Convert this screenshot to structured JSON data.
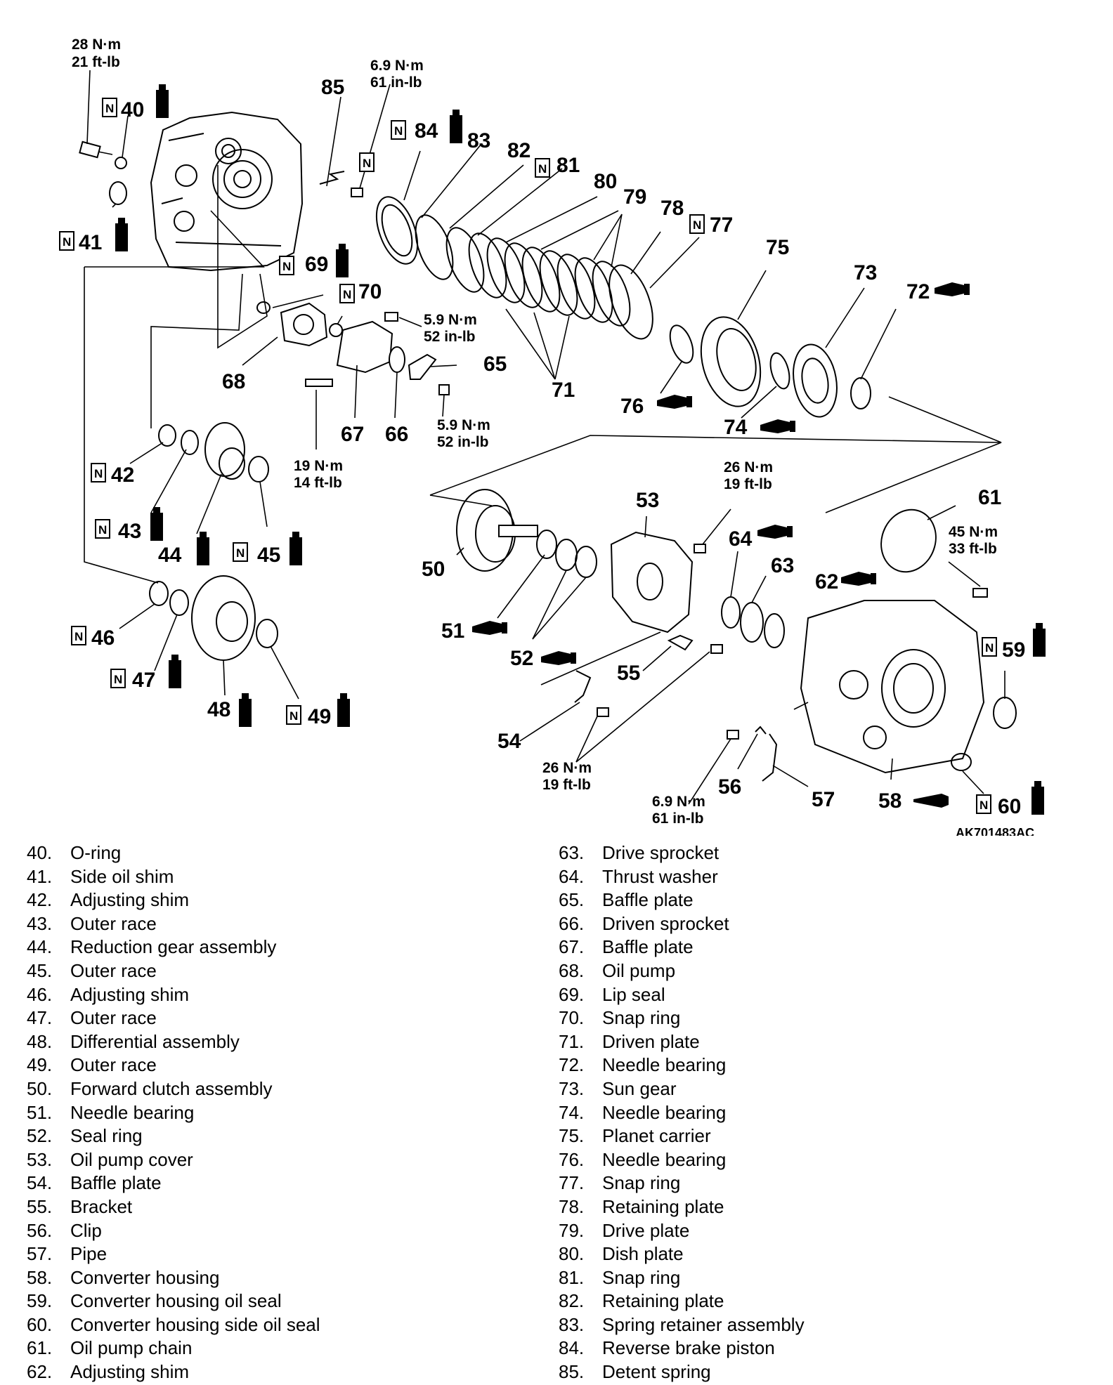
{
  "diagram_code": "AK701483AC",
  "neu_mark": "N",
  "torque_specs": {
    "t1": [
      "28 N·m",
      "21 ft-lb"
    ],
    "t2": [
      "6.9 N·m",
      "61 in-lb"
    ],
    "t3": [
      "5.9 N·m",
      "52 in-lb"
    ],
    "t4": [
      "5.9 N·m",
      "52 in-lb"
    ],
    "t5": [
      "19 N·m",
      "14 ft-lb"
    ],
    "t6": [
      "26 N·m",
      "19 ft-lb"
    ],
    "t7": [
      "45 N·m",
      "33 ft-lb"
    ],
    "t8": [
      "26 N·m",
      "19 ft-lb"
    ],
    "t9": [
      "6.9 N·m",
      "61 in-lb"
    ]
  },
  "callouts": {
    "c40": "40",
    "c41": "41",
    "c42": "42",
    "c43": "43",
    "c44": "44",
    "c45": "45",
    "c46": "46",
    "c47": "47",
    "c48": "48",
    "c49": "49",
    "c50": "50",
    "c51": "51",
    "c52": "52",
    "c53": "53",
    "c54": "54",
    "c55": "55",
    "c56": "56",
    "c57": "57",
    "c58": "58",
    "c59": "59",
    "c60": "60",
    "c61": "61",
    "c62": "62",
    "c63": "63",
    "c64": "64",
    "c65": "65",
    "c66": "66",
    "c67": "67",
    "c68": "68",
    "c69": "69",
    "c70": "70",
    "c71": "71",
    "c72": "72",
    "c73": "73",
    "c74": "74",
    "c75": "75",
    "c76": "76",
    "c77": "77",
    "c78": "78",
    "c79": "79",
    "c80": "80",
    "c81": "81",
    "c82": "82",
    "c83": "83",
    "c84": "84",
    "c85": "85"
  },
  "legend_left": [
    {
      "num": "40.",
      "name": "O-ring"
    },
    {
      "num": "41.",
      "name": "Side oil shim"
    },
    {
      "num": "42.",
      "name": "Adjusting shim"
    },
    {
      "num": "43.",
      "name": "Outer race"
    },
    {
      "num": "44.",
      "name": "Reduction gear assembly"
    },
    {
      "num": "45.",
      "name": "Outer race"
    },
    {
      "num": "46.",
      "name": "Adjusting shim"
    },
    {
      "num": "47.",
      "name": "Outer race"
    },
    {
      "num": "48.",
      "name": "Differential assembly"
    },
    {
      "num": "49.",
      "name": "Outer race"
    },
    {
      "num": "50.",
      "name": "Forward clutch assembly"
    },
    {
      "num": "51.",
      "name": "Needle bearing"
    },
    {
      "num": "52.",
      "name": "Seal ring"
    },
    {
      "num": "53.",
      "name": "Oil pump cover"
    },
    {
      "num": "54.",
      "name": "Baffle plate"
    },
    {
      "num": "55.",
      "name": "Bracket"
    },
    {
      "num": "56.",
      "name": "Clip"
    },
    {
      "num": "57.",
      "name": "Pipe"
    },
    {
      "num": "58.",
      "name": "Converter housing"
    },
    {
      "num": "59.",
      "name": "Converter housing oil seal"
    },
    {
      "num": "60.",
      "name": "Converter housing side oil seal"
    },
    {
      "num": "61.",
      "name": "Oil pump chain"
    },
    {
      "num": "62.",
      "name": "Adjusting shim"
    }
  ],
  "legend_right": [
    {
      "num": "63.",
      "name": "Drive sprocket"
    },
    {
      "num": "64.",
      "name": "Thrust washer"
    },
    {
      "num": "65.",
      "name": "Baffle plate"
    },
    {
      "num": "66.",
      "name": "Driven sprocket"
    },
    {
      "num": "67.",
      "name": "Baffle plate"
    },
    {
      "num": "68.",
      "name": "Oil pump"
    },
    {
      "num": "69.",
      "name": "Lip seal"
    },
    {
      "num": "70.",
      "name": "Snap ring"
    },
    {
      "num": "71.",
      "name": "Driven plate"
    },
    {
      "num": "72.",
      "name": "Needle bearing"
    },
    {
      "num": "73.",
      "name": "Sun gear"
    },
    {
      "num": "74.",
      "name": "Needle bearing"
    },
    {
      "num": "75.",
      "name": "Planet carrier"
    },
    {
      "num": "76.",
      "name": "Needle bearing"
    },
    {
      "num": "77.",
      "name": "Snap ring"
    },
    {
      "num": "78.",
      "name": "Retaining plate"
    },
    {
      "num": "79.",
      "name": "Drive plate"
    },
    {
      "num": "80.",
      "name": "Dish plate"
    },
    {
      "num": "81.",
      "name": "Snap ring"
    },
    {
      "num": "82.",
      "name": "Retaining plate"
    },
    {
      "num": "83.",
      "name": "Spring retainer assembly"
    },
    {
      "num": "84.",
      "name": "Reverse brake piston"
    },
    {
      "num": "85.",
      "name": "Detent spring"
    }
  ]
}
